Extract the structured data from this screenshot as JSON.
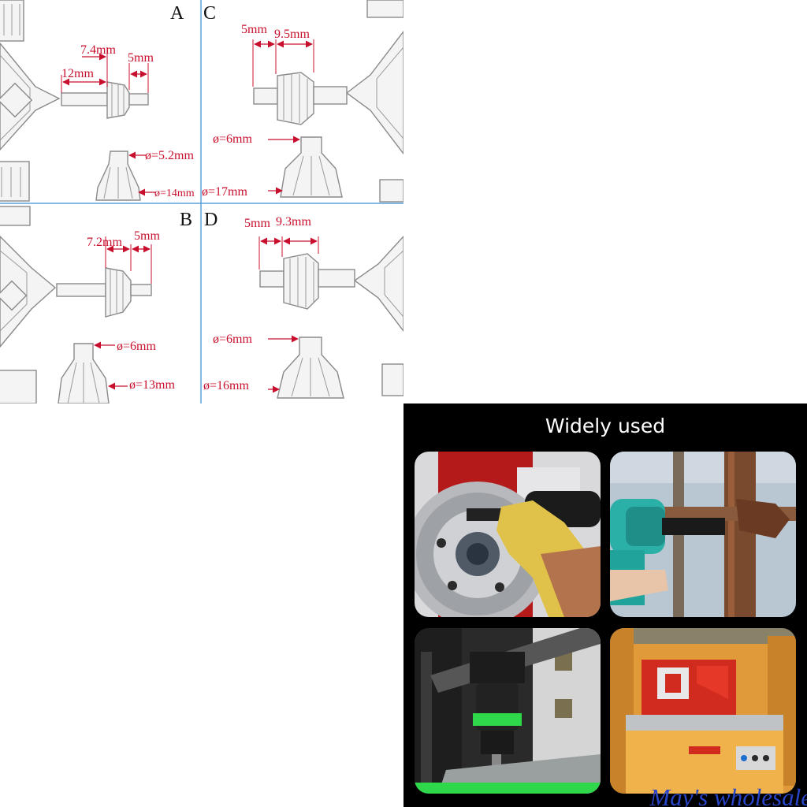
{
  "diagram": {
    "quadrants": [
      {
        "letter": "A",
        "side_dims": [
          "7.4mm",
          "5mm",
          "12mm"
        ],
        "end_dims": [
          "ø=5.2mm",
          "ø=14mm"
        ]
      },
      {
        "letter": "C",
        "side_dims": [
          "5mm",
          "9.5mm"
        ],
        "end_dims": [
          "ø=6mm",
          "ø=17mm"
        ]
      },
      {
        "letter": "B",
        "side_dims": [
          "7.2mm",
          "5mm"
        ],
        "end_dims": [
          "ø=6mm",
          "ø=13mm"
        ]
      },
      {
        "letter": "D",
        "side_dims": [
          "5mm",
          "9.3mm"
        ],
        "end_dims": [
          "ø=6mm",
          "ø=16mm"
        ]
      }
    ],
    "colors": {
      "dimension": "#c8102e",
      "divider": "#5aa0d8",
      "outline": "#8a8a8a"
    }
  },
  "usage": {
    "title": "Widely used",
    "photos": [
      {
        "subject": "car brake disc and wheel hub with gloved hand holding impact wrench",
        "icon": "wheel-hub-icon"
      },
      {
        "subject": "teal cordless impact wrench tightening a rusty scaffolding clamp",
        "icon": "impact-wrench-icon"
      },
      {
        "subject": "green cordless drill on a drill press stand",
        "icon": "drill-icon"
      },
      {
        "subject": "orange and red hydraulic ironworker machine",
        "icon": "ironworker-machine-icon"
      }
    ],
    "watermark": "May's wholesale",
    "colors": {
      "background": "#000000",
      "title": "#ffffff",
      "watermark": "#2844c8"
    }
  }
}
